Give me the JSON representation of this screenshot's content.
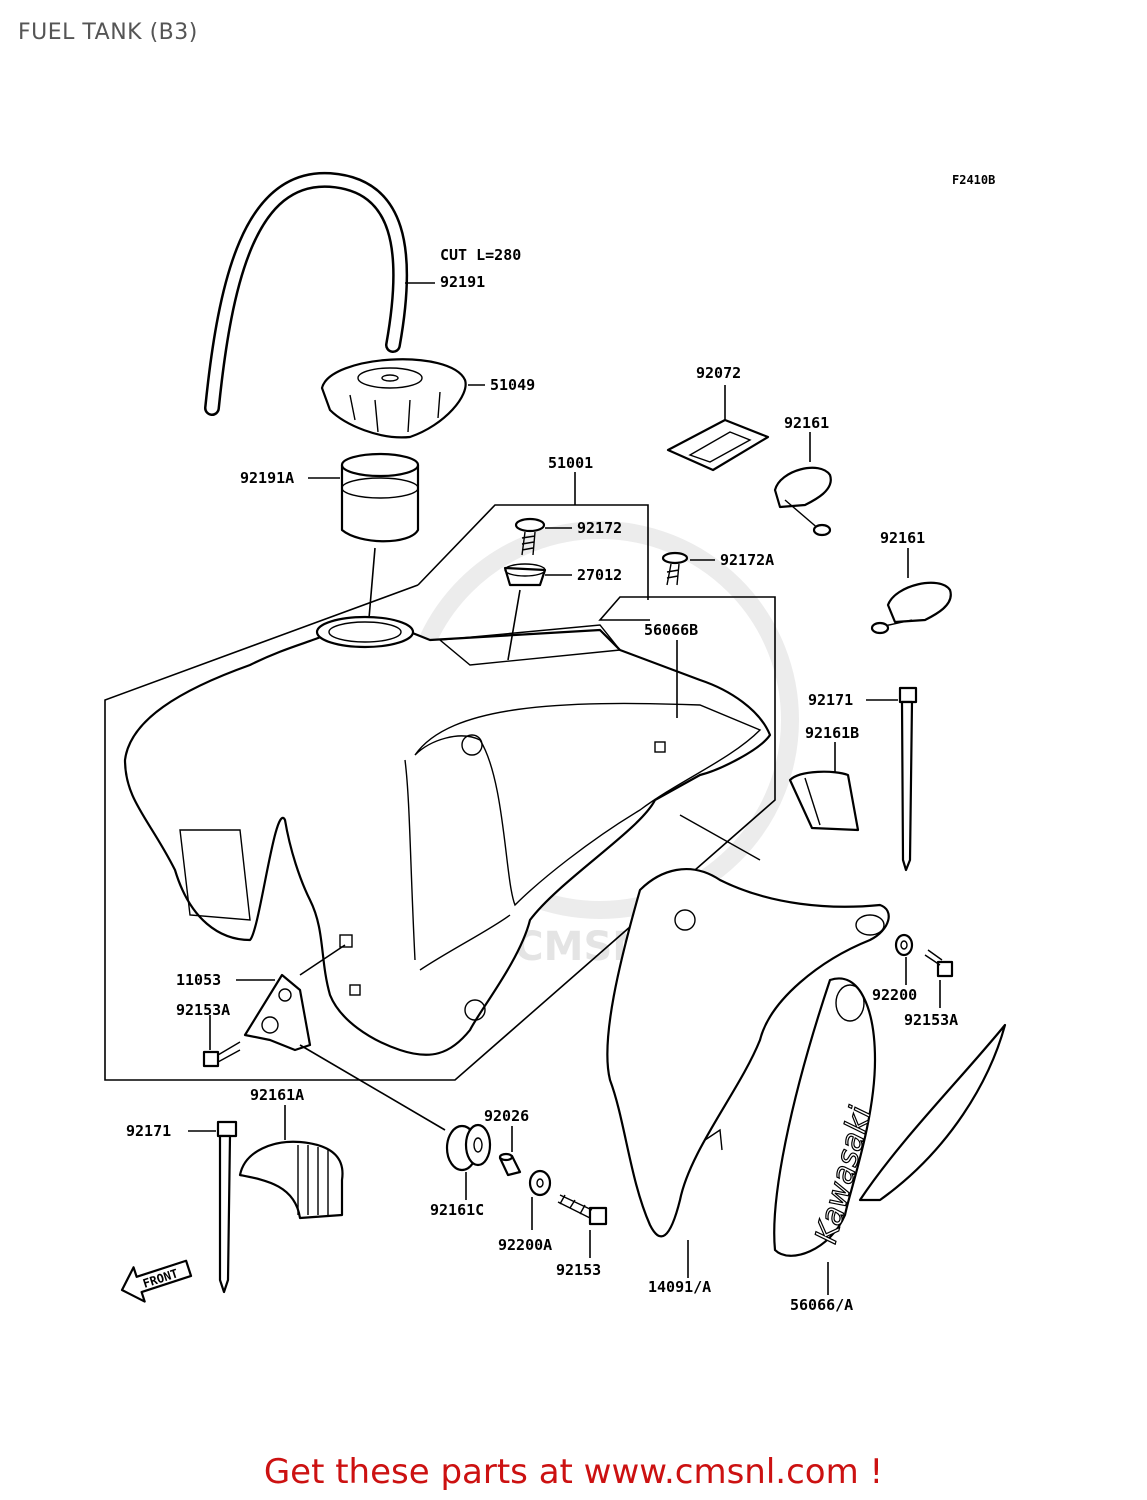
{
  "page": {
    "title": "FUEL TANK (B3)"
  },
  "diagram": {
    "code": "F2410B",
    "watermark": "WWW.CMSNL.COM",
    "brand": "Kawasaki",
    "front_label": "FRONT",
    "note": "CUT L=280",
    "parts": [
      "92191",
      "51049",
      "92191A",
      "51001",
      "92172",
      "27012",
      "92172A",
      "92072",
      "92161",
      "92161",
      "56066B",
      "92171",
      "92161B",
      "11053",
      "92153A",
      "92200",
      "92153A",
      "92161A",
      "92171",
      "92026",
      "92161C",
      "92200A",
      "92153",
      "14091/A",
      "56066/A"
    ]
  },
  "footer": {
    "cta": "Get these parts at www.cmsnl.com !"
  },
  "colors": {
    "cta": "#cc1111",
    "title": "#555555",
    "watermark": "#e4e4e4"
  }
}
